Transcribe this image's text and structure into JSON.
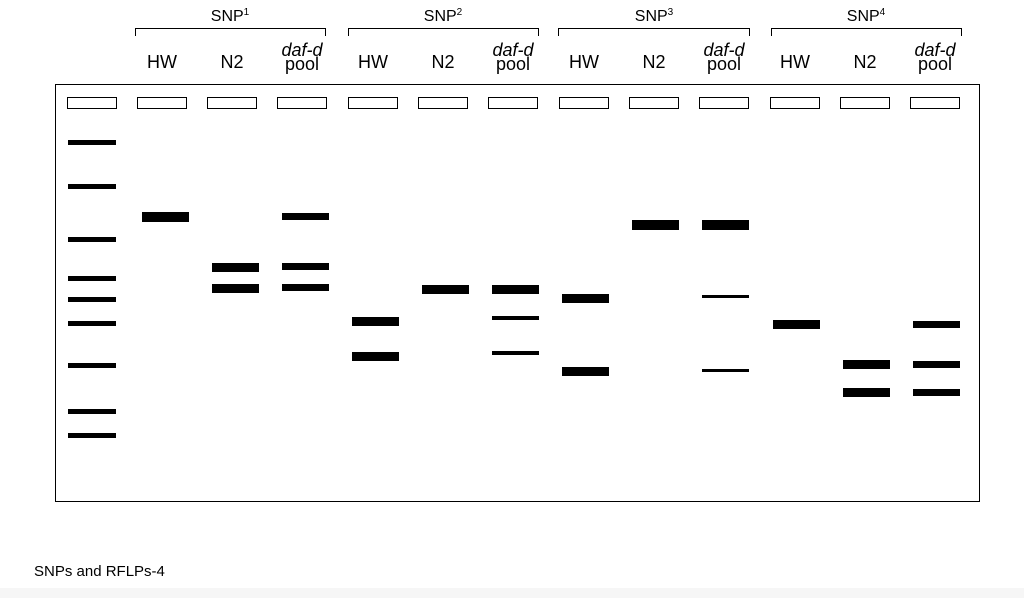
{
  "groups": [
    {
      "base": "SNP",
      "num": "1"
    },
    {
      "base": "SNP",
      "num": "2"
    },
    {
      "base": "SNP",
      "num": "3"
    },
    {
      "base": "SNP",
      "num": "4"
    }
  ],
  "lane_labels": {
    "hw": "HW",
    "n2": "N2",
    "daf_line1": "daf-d",
    "daf_line2": "pool"
  },
  "caption": "SNPs and RFLPs-4",
  "colors": {
    "band": "#000000",
    "background": "#ffffff"
  }
}
